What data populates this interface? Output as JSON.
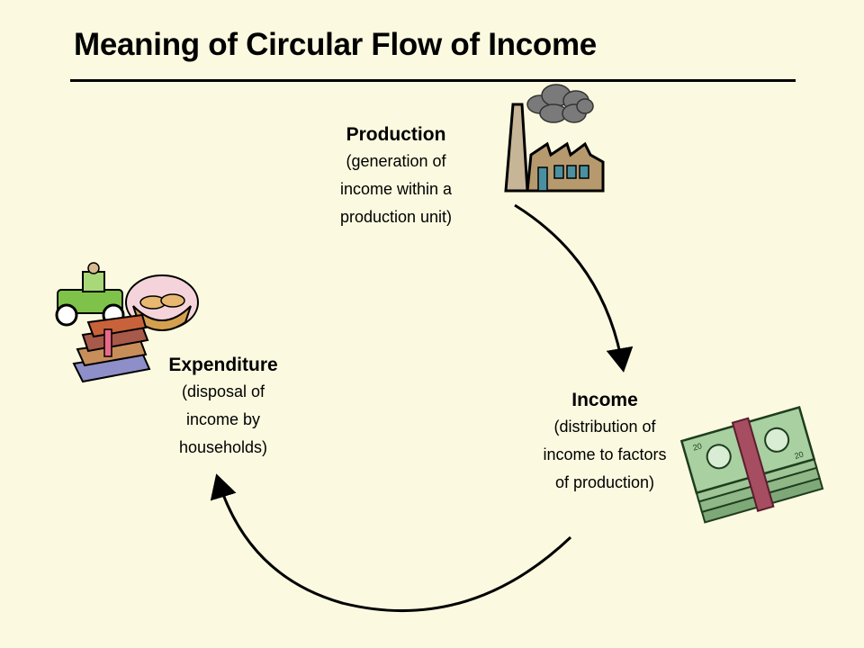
{
  "slide": {
    "title": "Meaning of Circular Flow of Income",
    "background": "#fbfae0"
  },
  "nodes": {
    "production": {
      "heading": "Production",
      "lines": [
        "(generation of",
        "income within a",
        "production unit)"
      ],
      "icon": "factory-icon"
    },
    "income": {
      "heading": "Income",
      "lines": [
        "(distribution of",
        "income to factors",
        "of production)"
      ],
      "icon": "money-stack-icon"
    },
    "expenditure": {
      "heading": "Expenditure",
      "lines": [
        "(disposal of",
        "income by",
        "households)"
      ],
      "icon": "goods-icon"
    }
  },
  "arrows": [
    {
      "from": "production",
      "to": "income"
    },
    {
      "from": "income",
      "to": "expenditure"
    }
  ]
}
